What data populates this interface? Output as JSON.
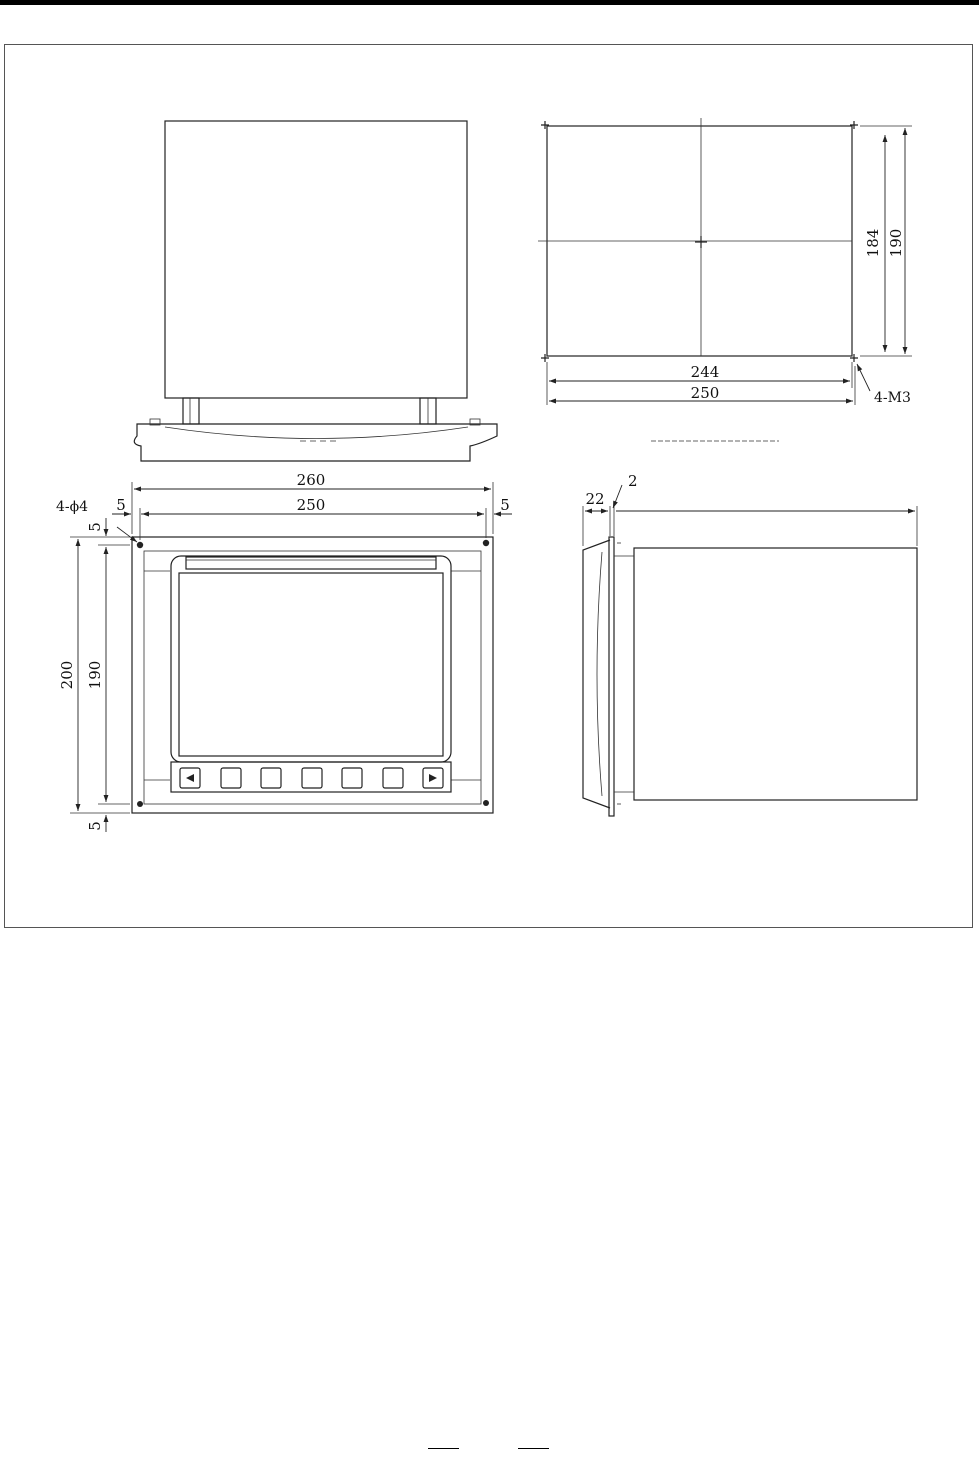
{
  "views": {
    "panel_cutout": {
      "inner_width": "244",
      "outer_width": "250",
      "inner_height": "184",
      "outer_height": "190",
      "tapped_holes": "4-M3"
    },
    "front_view": {
      "overall_width": "260",
      "hole_pitch_width": "250",
      "margin_left": "5",
      "margin_right": "5",
      "overall_height": "200",
      "hole_pitch_height": "190",
      "margin_top": "5",
      "margin_bottom": "5",
      "mounting_holes": "4-ϕ4",
      "soft_keys": 7
    },
    "side_view": {
      "bezel_depth": "22",
      "flange_thickness": "2"
    }
  }
}
